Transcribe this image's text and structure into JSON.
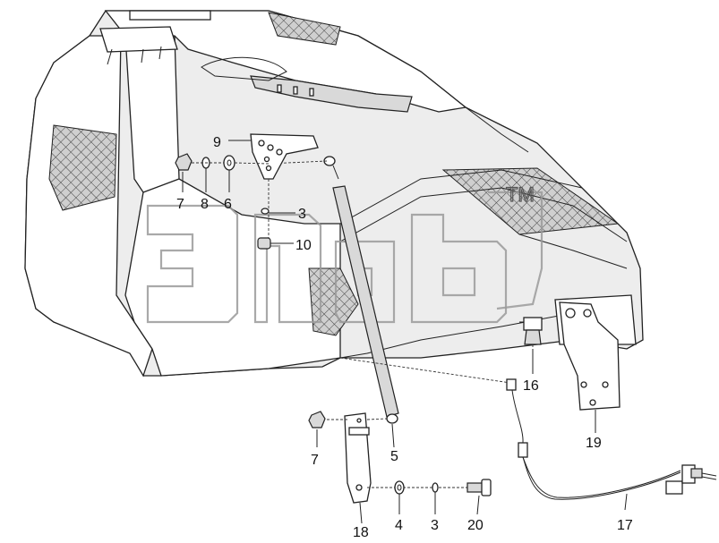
{
  "diagram": {
    "watermark_mark": "TM",
    "callouts": [
      {
        "id": "c9",
        "text": "9"
      },
      {
        "id": "c7a",
        "text": "7"
      },
      {
        "id": "c8",
        "text": "8"
      },
      {
        "id": "c6",
        "text": "6"
      },
      {
        "id": "c3a",
        "text": "3"
      },
      {
        "id": "c10",
        "text": "10"
      },
      {
        "id": "c16",
        "text": "16"
      },
      {
        "id": "c19",
        "text": "19"
      },
      {
        "id": "c7b",
        "text": "7"
      },
      {
        "id": "c5",
        "text": "5"
      },
      {
        "id": "c18",
        "text": "18"
      },
      {
        "id": "c4",
        "text": "4"
      },
      {
        "id": "c3b",
        "text": "3"
      },
      {
        "id": "c20",
        "text": "20"
      },
      {
        "id": "c17",
        "text": "17"
      }
    ]
  }
}
